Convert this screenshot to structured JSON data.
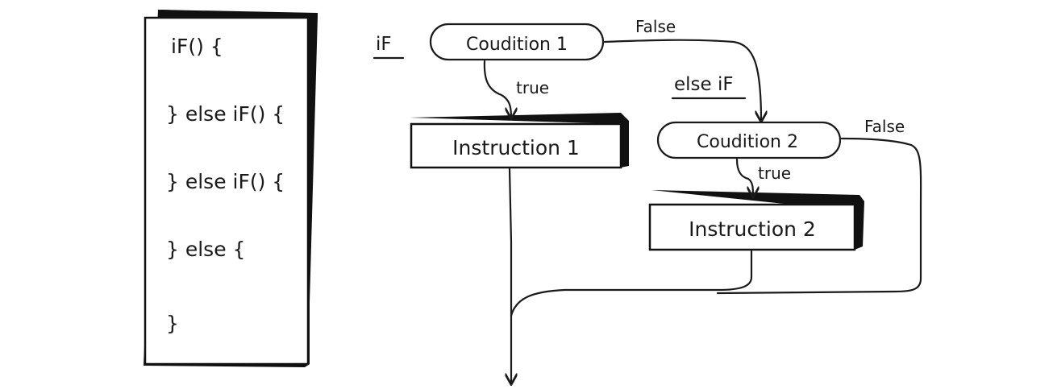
{
  "code_panel": {
    "lines": [
      "iF() {",
      "} else iF() {",
      "} else iF() {",
      "} else {",
      "}"
    ]
  },
  "flow": {
    "if_label": "iF",
    "else_if_label": "else iF",
    "condition_1": "Coudition 1",
    "condition_2": "Coudition 2",
    "instruction_1": "Instruction 1",
    "instruction_2": "Instruction 2",
    "true_1": "true",
    "true_2": "true",
    "false_1": "False",
    "false_2": "False"
  },
  "colors": {
    "ink": "#1a1a1a",
    "shadow": "#111111",
    "paper": "#ffffff"
  }
}
